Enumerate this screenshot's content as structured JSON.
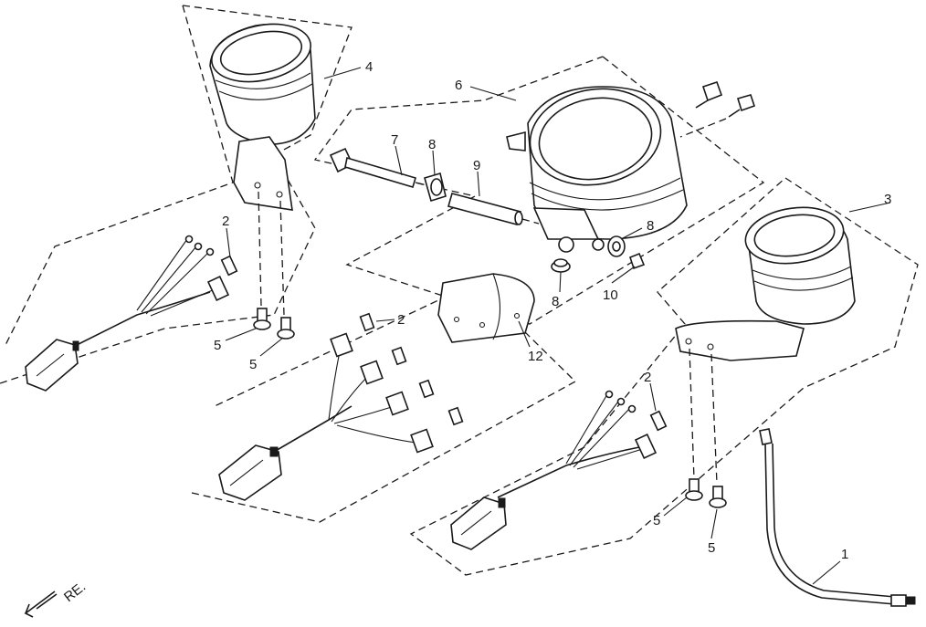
{
  "callouts": {
    "c1": "1",
    "c2a": "2",
    "c2b": "2",
    "c2c": "2",
    "c3": "3",
    "c4": "4",
    "c5a": "5",
    "c5b": "5",
    "c5c": "5",
    "c5d": "5",
    "c6": "6",
    "c7": "7",
    "c8a": "8",
    "c8b": "8",
    "c8c": "8",
    "c9": "9",
    "c10": "10",
    "c12": "12"
  },
  "direction_label": "RE."
}
